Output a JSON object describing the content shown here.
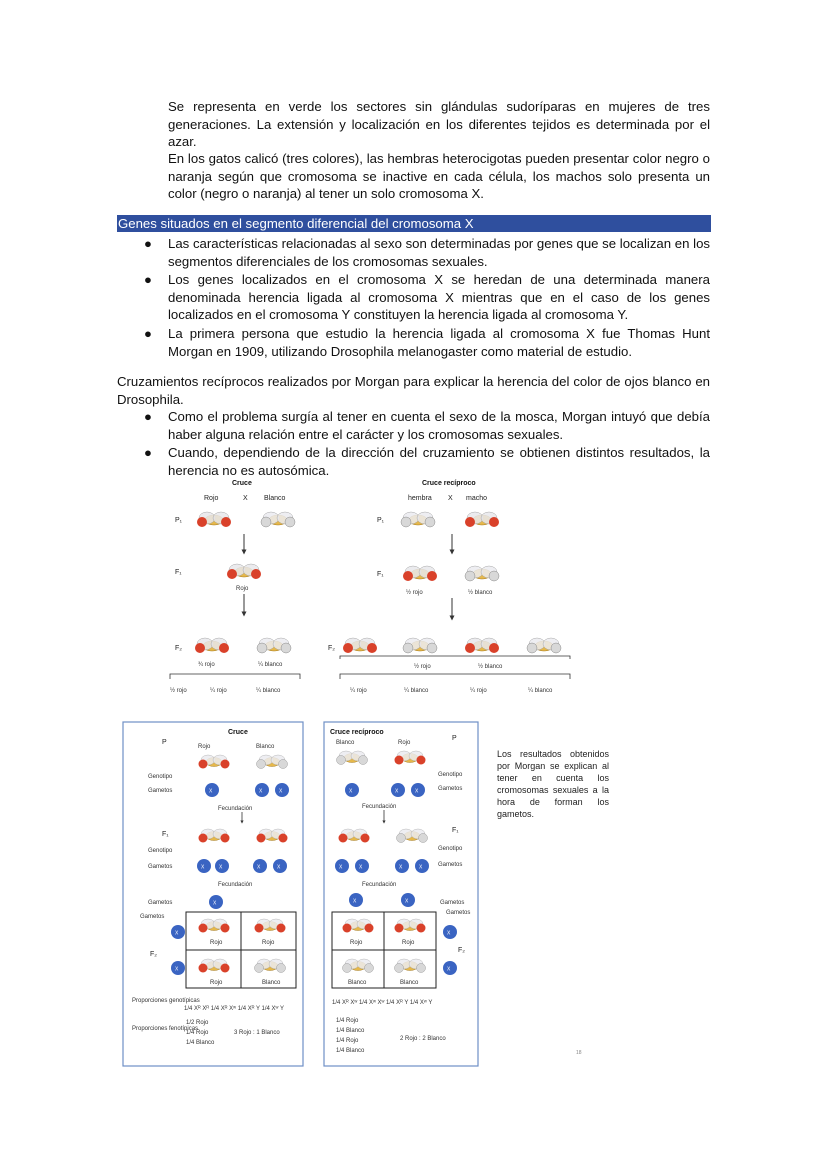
{
  "intro": {
    "p1": "Se representa en verde los sectores sin glándulas sudoríparas en mujeres de tres generaciones. La extensión y localización en los diferentes tejidos es determinada por el azar.",
    "p2": "En los gatos calicó (tres colores), las hembras heterocigotas pueden presentar color negro o naranja según que cromosoma se inactive en cada célula, los machos solo presenta un color (negro o naranja) al tener un solo cromosoma X."
  },
  "section": {
    "title": "Genes situados en el segmento diferencial del cromosoma X",
    "bullets": [
      "Las características relacionadas al sexo son determinadas por genes que se localizan en los segmentos diferenciales de los cromosomas sexuales.",
      "Los genes localizados en el cromosoma X se heredan de una determinada manera denominada herencia ligada al cromosoma X mientras que en el caso de los genes localizados en el cromosoma Y constituyen la herencia ligada al cromosoma Y.",
      "La primera persona que estudio la herencia ligada al cromosoma X fue Thomas Hunt Morgan en 1909, utilizando Drosophila melanogaster como material de estudio."
    ]
  },
  "morgan": {
    "heading": "Cruzamientos recíprocos realizados por Morgan para explicar la herencia del color de ojos blanco en Drosophila.",
    "bullets": [
      "Como el problema surgía al tener en cuenta el sexo de la mosca, Morgan intuyó que debía haber alguna relación entre el carácter y los cromosomas sexuales.",
      "Cuando, dependiendo de la dirección del cruzamiento se obtienen distintos resultados, la herencia no es autosómica."
    ]
  },
  "fig1": {
    "left_title": "Cruce",
    "right_title": "Cruce recíproco",
    "p1": "P₁",
    "f1": "F₁",
    "f2": "F₂",
    "rojo": "Rojo",
    "blanco": "Blanco",
    "x": "X",
    "hembra": "hembra",
    "macho": "macho",
    "f1_left": "Rojo",
    "f1_right_a": "½ rojo",
    "f1_right_b": "½ blanco",
    "f2_left_a": "¾ rojo",
    "f2_left_b": "¼ blanco",
    "f2_right_a": "½ rojo",
    "f2_right_b": "½ blanco",
    "bottom_left": [
      "½ rojo",
      "¼ rojo",
      "¼ blanco"
    ],
    "bottom_right": [
      "¼ rojo",
      "¼ blanco",
      "¼ rojo",
      "¼ blanco"
    ]
  },
  "fig2": {
    "left_title": "Cruce",
    "right_title": "Cruce recíproco",
    "p": "P",
    "f1": "F₁",
    "f2": "F₂",
    "genotipo": "Genotipo",
    "gametos": "Gametos",
    "fecundacion": "Fecundación",
    "rojo": "Rojo",
    "blanco": "Blanco",
    "prop_gen": "Proporciones genotípicas",
    "prop_fen": "Proporciones fenotípicas",
    "left_gen": "1/4 Xᴿ Xᴿ  1/4 Xᴿ Xʷ  1/4 Xᴿ Y  1/4 Xʷ Y",
    "left_fen": [
      "1/2 Rojo",
      "1/4 Rojo",
      "1/4 Blanco"
    ],
    "left_ratio": "3 Rojo : 1 Blanco",
    "right_gen": "1/4 Xᴿ Xʷ  1/4 Xʷ Xʷ  1/4 Xᴿ Y  1/4 Xʷ Y",
    "right_fen": [
      "1/4 Rojo",
      "1/4 Blanco",
      "1/4 Rojo",
      "1/4 Blanco"
    ],
    "right_ratio": "2 Rojo : 2 Blanco"
  },
  "side_note": "Los resultados obtenidos por Morgan se explican al tener en cuenta los cromosomas sexuales a la hora de forman los gametos.",
  "page_number": "18",
  "colors": {
    "section_bar": "#2f4f9e",
    "red_eye": "#d9412a",
    "white_eye": "#d8d8d8",
    "gamete": "#3a64c2"
  }
}
